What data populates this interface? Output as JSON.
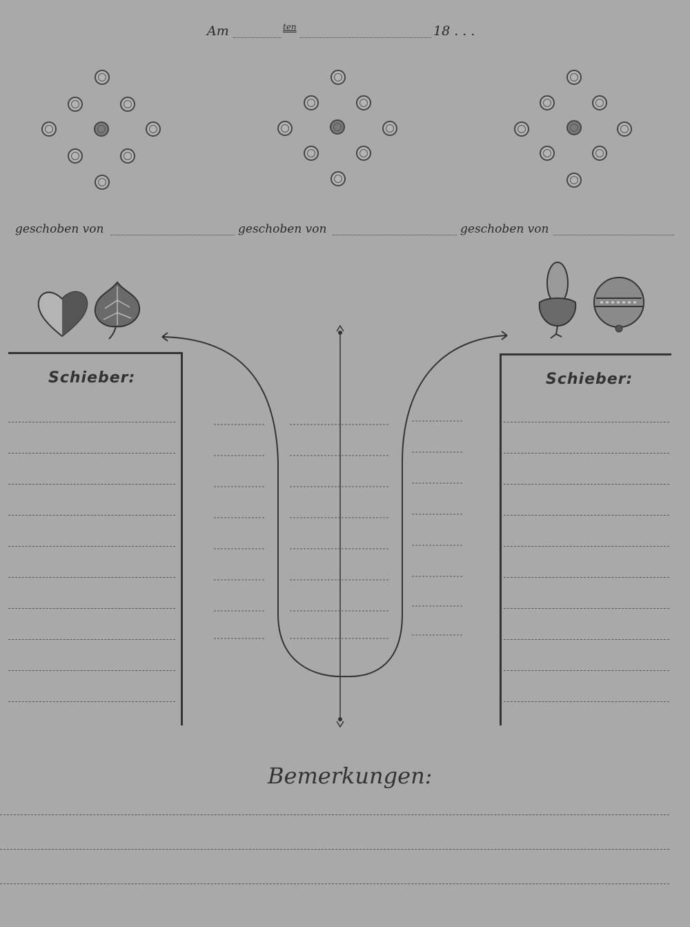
{
  "header": {
    "am_label": "Am",
    "ten_label": "ten",
    "year_label": "18 . . ."
  },
  "pin_sets": [
    {
      "pushed_by_label": "geschoben von"
    },
    {
      "pushed_by_label": "geschoben von"
    },
    {
      "pushed_by_label": "geschoben von"
    }
  ],
  "left_panel": {
    "title": "Schieber:",
    "suit_icons": [
      "heart-icon",
      "leaf-icon"
    ]
  },
  "right_panel": {
    "title": "Schieber:",
    "suit_icons": [
      "acorn-icon",
      "bell-icon"
    ]
  },
  "remarks": {
    "title": "Bemerkungen:"
  }
}
